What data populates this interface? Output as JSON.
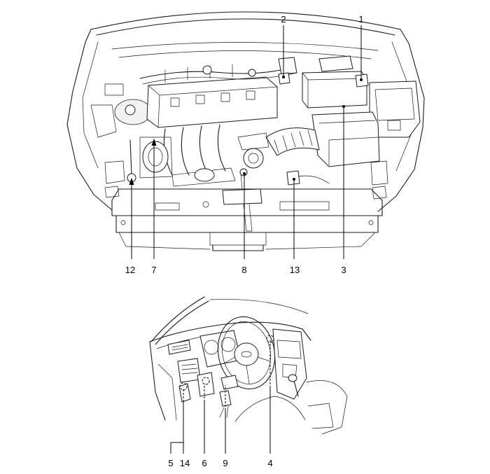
{
  "callouts": {
    "c1": "1",
    "c2": "2",
    "c3": "3",
    "c4": "4",
    "c5": "5",
    "c6": "6",
    "c7": "7",
    "c8": "8",
    "c9": "9",
    "c12": "12",
    "c13": "13",
    "c14": "14"
  }
}
